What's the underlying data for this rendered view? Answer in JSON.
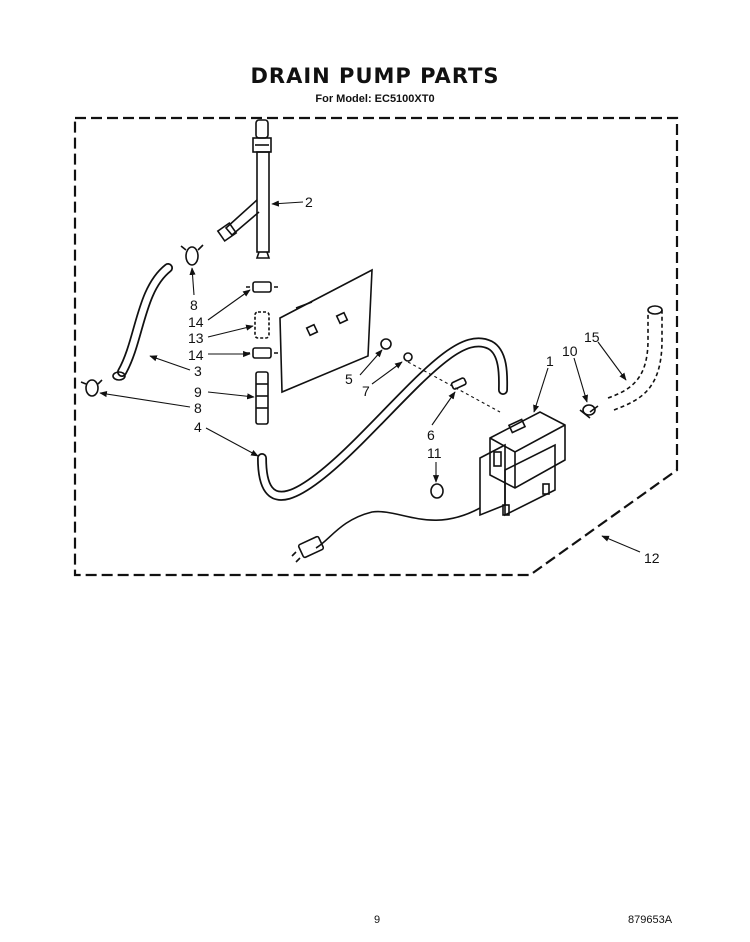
{
  "header": {
    "title": "DRAIN PUMP PARTS",
    "subtitle": "For Model: EC5100XT0"
  },
  "callouts": {
    "c1": "1",
    "c2": "2",
    "c3": "3",
    "c4": "4",
    "c5": "5",
    "c6": "6",
    "c7": "7",
    "c8a": "8",
    "c8b": "8",
    "c9": "9",
    "c10": "10",
    "c11": "11",
    "c12": "12",
    "c13": "13",
    "c14a": "14",
    "c14b": "14",
    "c15": "15"
  },
  "footer": {
    "page_number": "9",
    "doc_code": "879653A"
  }
}
